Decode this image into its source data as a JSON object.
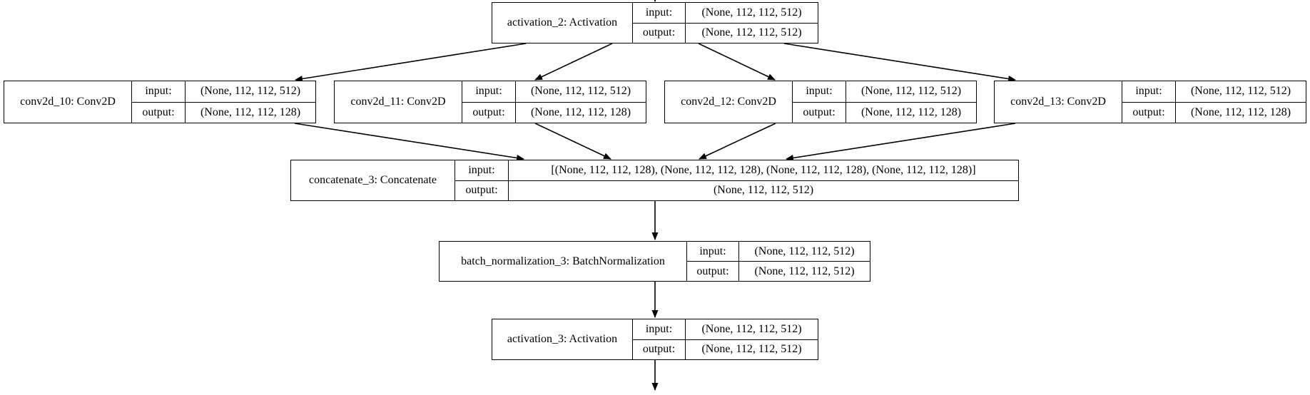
{
  "diagram": {
    "kind": "keras-layer-graph",
    "colors": {
      "stroke": "#000000",
      "node_fill": "#ffffff",
      "text": "#000000"
    },
    "io_labels": {
      "input": "input:",
      "output": "output:"
    },
    "nodes": [
      {
        "id": "activation_2",
        "label": "activation_2: Activation",
        "input_shape": "(None, 112, 112, 512)",
        "output_shape": "(None, 112, 112, 512)"
      },
      {
        "id": "conv2d_10",
        "label": "conv2d_10: Conv2D",
        "input_shape": "(None, 112, 112, 512)",
        "output_shape": "(None, 112, 112, 128)"
      },
      {
        "id": "conv2d_11",
        "label": "conv2d_11: Conv2D",
        "input_shape": "(None, 112, 112, 512)",
        "output_shape": "(None, 112, 112, 128)"
      },
      {
        "id": "conv2d_12",
        "label": "conv2d_12: Conv2D",
        "input_shape": "(None, 112, 112, 512)",
        "output_shape": "(None, 112, 112, 128)"
      },
      {
        "id": "conv2d_13",
        "label": "conv2d_13: Conv2D",
        "input_shape": "(None, 112, 112, 512)",
        "output_shape": "(None, 112, 112, 128)"
      },
      {
        "id": "concatenate_3",
        "label": "concatenate_3: Concatenate",
        "input_shape": "[(None, 112, 112, 128), (None, 112, 112, 128), (None, 112, 112, 128), (None, 112, 112, 128)]",
        "output_shape": "(None, 112, 112, 512)"
      },
      {
        "id": "batch_normalization_3",
        "label": "batch_normalization_3: BatchNormalization",
        "input_shape": "(None, 112, 112, 512)",
        "output_shape": "(None, 112, 112, 512)"
      },
      {
        "id": "activation_3",
        "label": "activation_3: Activation",
        "input_shape": "(None, 112, 112, 512)",
        "output_shape": "(None, 112, 112, 512)"
      }
    ],
    "edges": [
      {
        "from": "activation_2",
        "to": "conv2d_10"
      },
      {
        "from": "activation_2",
        "to": "conv2d_11"
      },
      {
        "from": "activation_2",
        "to": "conv2d_12"
      },
      {
        "from": "activation_2",
        "to": "conv2d_13"
      },
      {
        "from": "conv2d_10",
        "to": "concatenate_3"
      },
      {
        "from": "conv2d_11",
        "to": "concatenate_3"
      },
      {
        "from": "conv2d_12",
        "to": "concatenate_3"
      },
      {
        "from": "conv2d_13",
        "to": "concatenate_3"
      },
      {
        "from": "concatenate_3",
        "to": "batch_normalization_3"
      },
      {
        "from": "batch_normalization_3",
        "to": "activation_3"
      }
    ]
  }
}
